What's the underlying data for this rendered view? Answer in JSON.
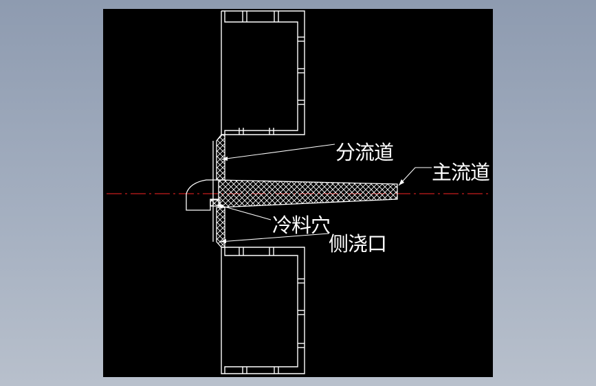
{
  "labels": {
    "branch_runner": "分流道",
    "main_runner": "主流道",
    "cold_slug_well": "冷料穴",
    "side_gate": "侧浇口"
  },
  "colors": {
    "background": "#000000",
    "line": "#ffffff",
    "centerline": "#c81e1e",
    "frame_outside": "#a4afc0"
  }
}
